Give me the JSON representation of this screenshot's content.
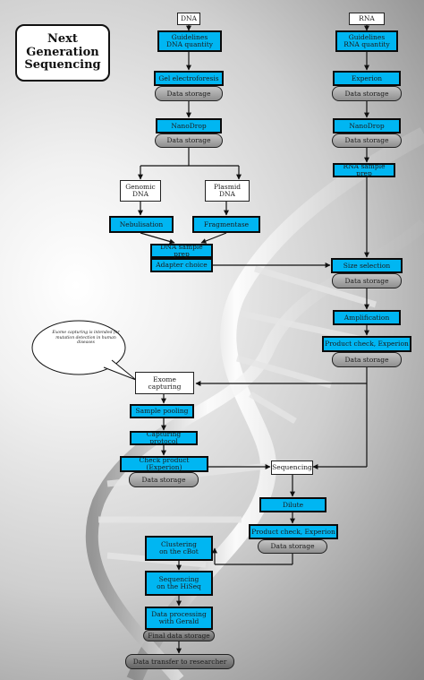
{
  "title": "Next\nGeneration\nSequencing",
  "dna": {
    "header": "DNA",
    "guidelines": "Guidelines\nDNA quantity",
    "gel": "Gel electroforesis",
    "storage1": "Data storage",
    "nanodrop": "NanoDrop",
    "storage2": "Data storage",
    "genomic": "Genomic\nDNA",
    "plasmid": "Plasmid\nDNA",
    "nebulisation": "Nebulisation",
    "fragmentase": "Fragmentase",
    "sample_prep": "DNA sample prep",
    "adapter": "Adapter choice"
  },
  "rna": {
    "header": "RNA",
    "guidelines": "Guidelines\nRNA quantity",
    "experion": "Experion",
    "storage1": "Data storage",
    "nanodrop": "NanoDrop",
    "storage2": "Data storage",
    "sample_prep": "RNA sample prep"
  },
  "common": {
    "size_selection": "Size selection",
    "storage3": "Data storage",
    "amplification": "Amplification",
    "product_check": "Product check, Experion",
    "storage4": "Data storage"
  },
  "exome": {
    "callout": "Exome capturing is intended for mutation detection in human diseases",
    "capturing": "Exome capturing",
    "pooling": "Sample pooling",
    "protocol": "Capturing protocol",
    "check": "Check product (Experion)",
    "storage": "Data storage"
  },
  "sequencing": {
    "label": "Sequencing",
    "dilute": "Dilute",
    "product_check": "Product check, Experion",
    "storage": "Data storage",
    "clustering": "Clustering\non the cBot",
    "hiseq": "Sequencing\non the HiSeq",
    "processing": "Data processing\nwith Gerald",
    "final_storage": "Final data storage",
    "transfer": "Data transfer to researcher"
  }
}
